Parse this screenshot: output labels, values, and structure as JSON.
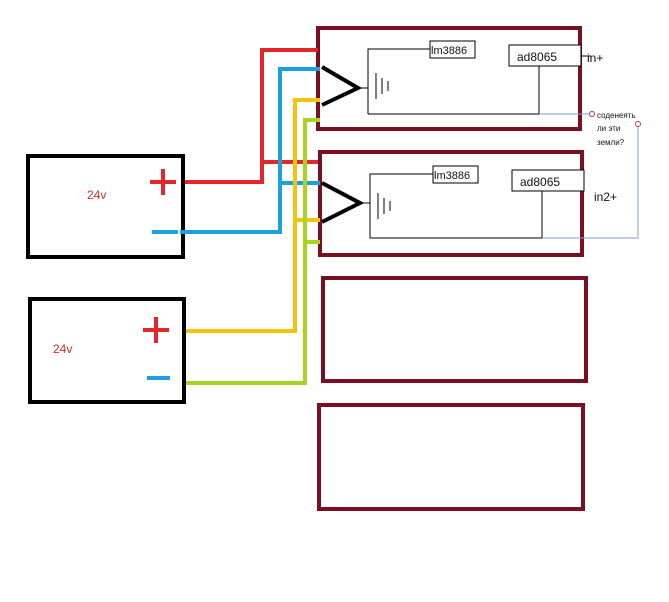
{
  "colors": {
    "frame": "#7a0f22",
    "wire_red": "#e3262b",
    "wire_blue": "#1aa0dc",
    "wire_yellow": "#f2c40c",
    "wire_lime": "#a8d420",
    "supply_text": "#d42a2a",
    "line_gray": "#7da3c8"
  },
  "supplies": [
    {
      "voltage": "24v",
      "plus": "+",
      "minus": "−"
    },
    {
      "voltage": "24v",
      "plus": "+",
      "minus": "−"
    }
  ],
  "modules": [
    {
      "amp_chip": "lm3886",
      "dac_chip": "ad8065",
      "input": "in+"
    },
    {
      "amp_chip": "lm3886",
      "dac_chip": "ad8065",
      "input": "in2+"
    }
  ],
  "question": [
    "соденеять",
    "ли эти",
    "земли?"
  ]
}
